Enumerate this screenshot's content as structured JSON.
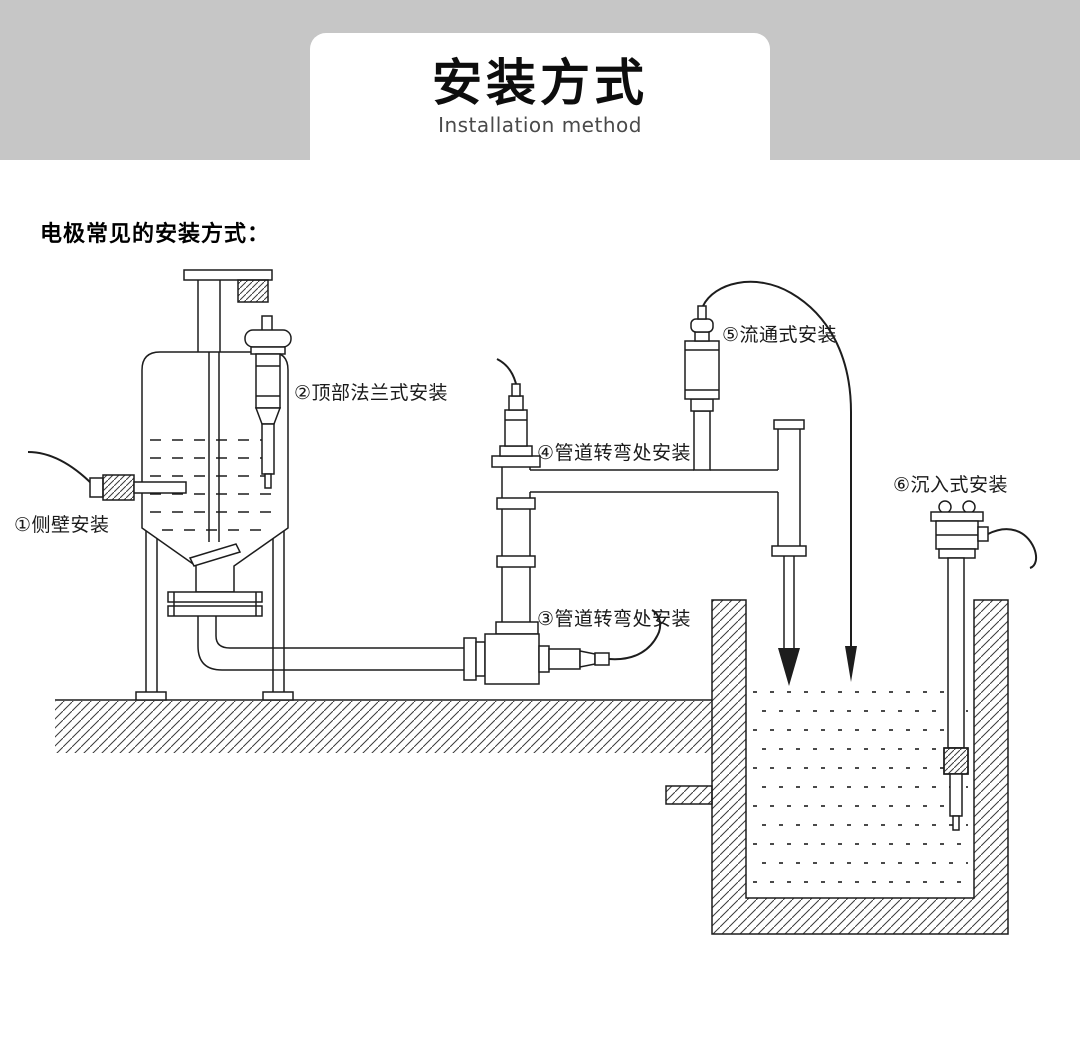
{
  "header": {
    "title": "安装方式",
    "subtitle": "Installation method"
  },
  "section": {
    "heading": "电极常见的安装方式："
  },
  "diagram": {
    "labels": {
      "side_wall": "①侧壁安装",
      "top_flange": "②顶部法兰式安装",
      "pipe_bend_lower": "③管道转弯处安装",
      "pipe_bend_upper": "④管道转弯处安装",
      "flow_through": "⑤流通式安装",
      "immersion": "⑥沉入式安装"
    }
  },
  "colors": {
    "banner_bg": "#c6c6c6",
    "line": "#1d1d1d",
    "label_text": "#1a1a1a",
    "subtitle_text": "#4a4a4a"
  }
}
